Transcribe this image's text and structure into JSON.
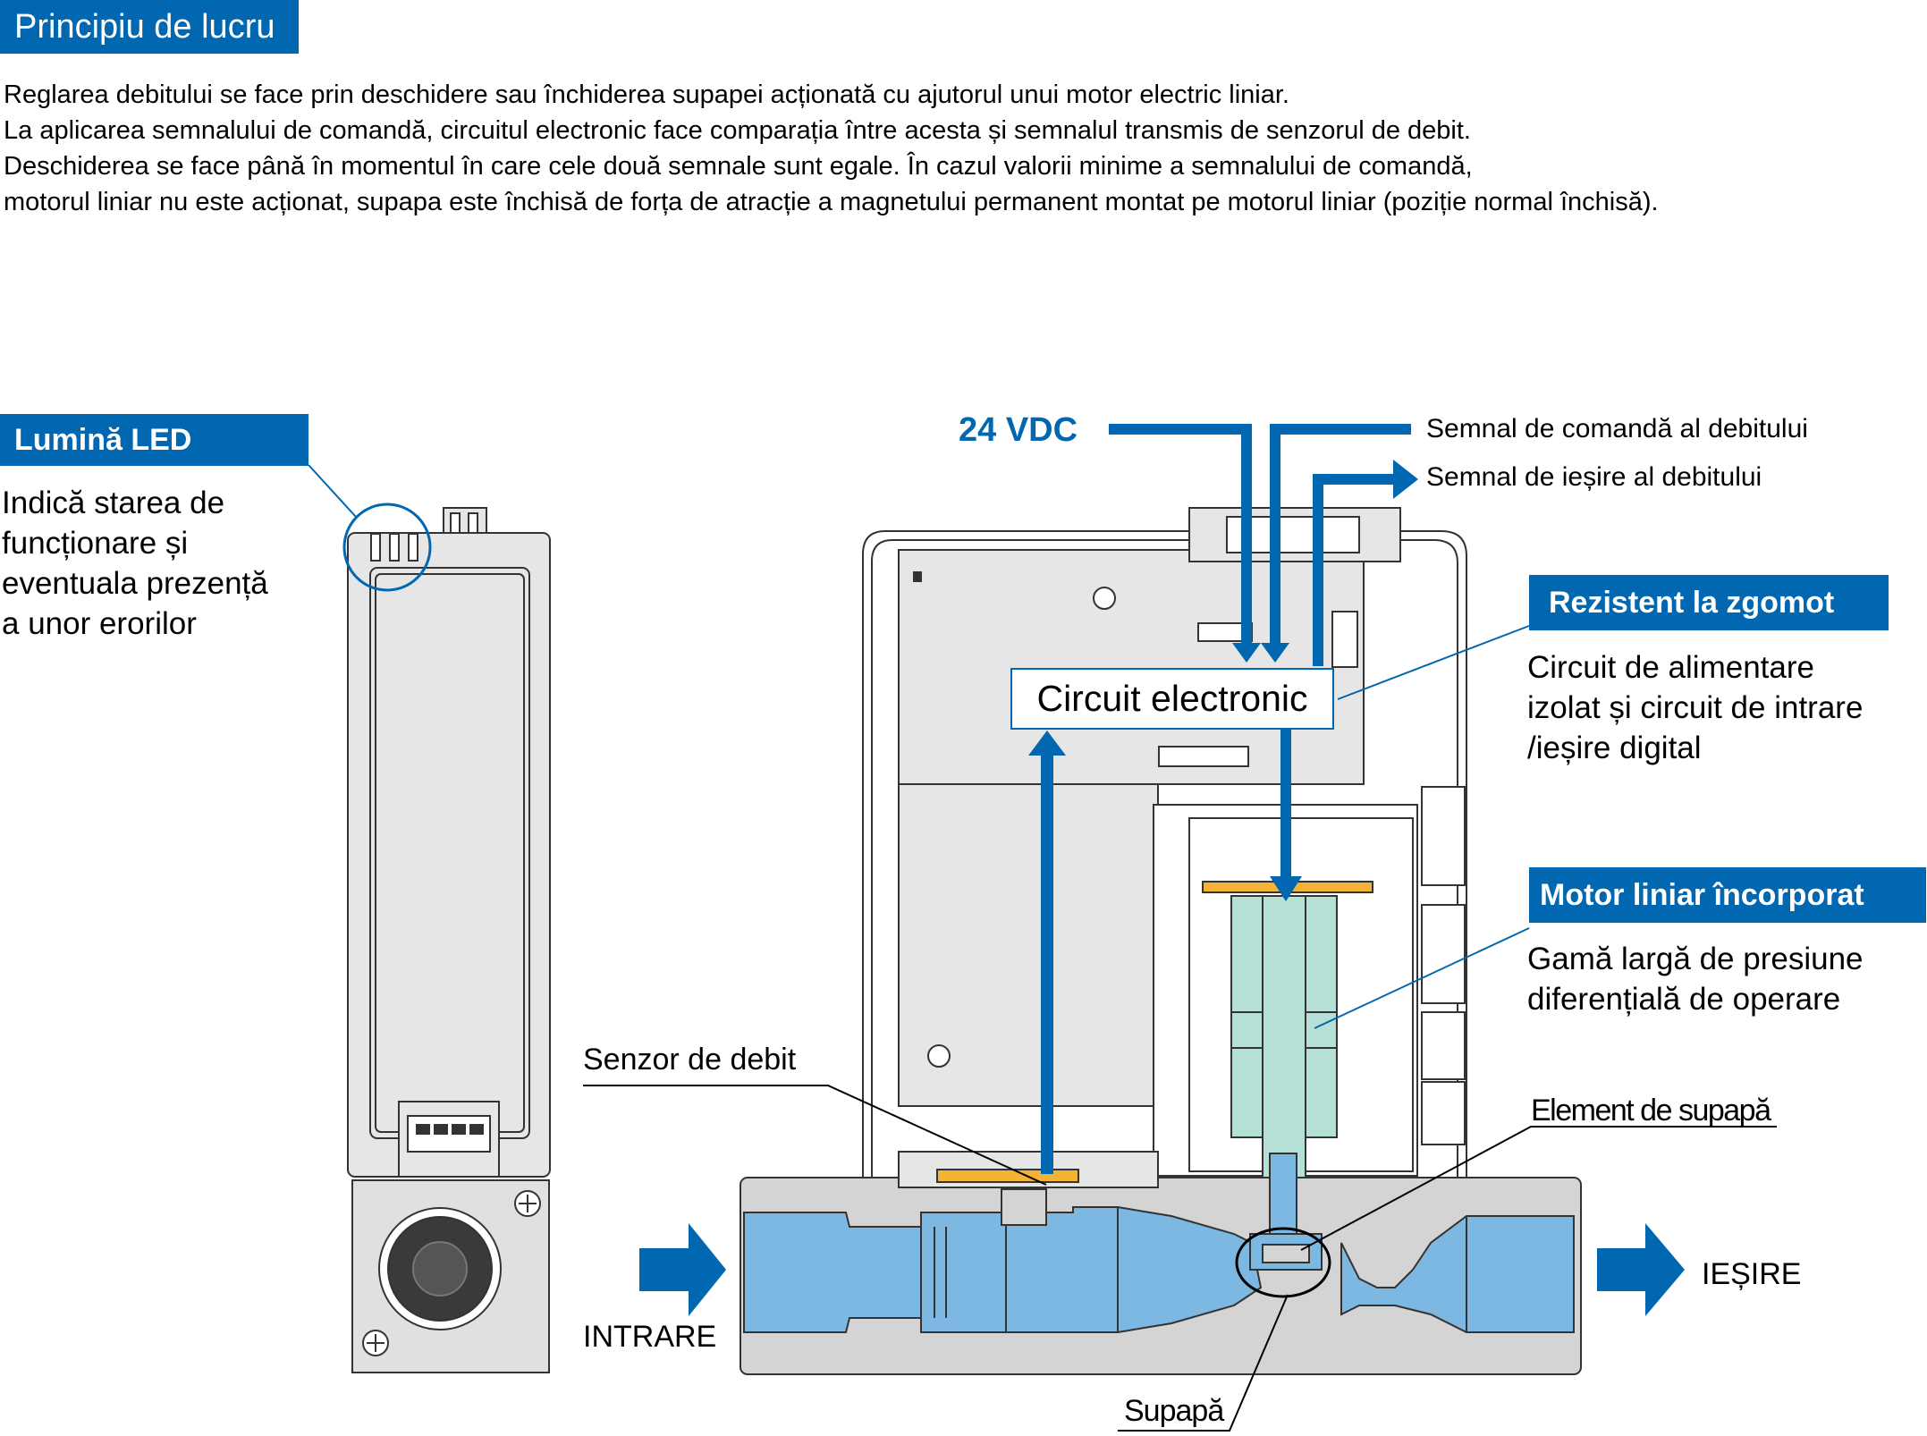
{
  "header": {
    "title": "Principiu de lucru"
  },
  "intro": {
    "lines": [
      "Reglarea debitului se face prin deschidere sau închiderea supapei acționată cu ajutorul unui motor electric liniar.",
      "La aplicarea semnalului de comandă, circuitul electronic face comparația între acesta și semnalul transmis de senzorul de debit.",
      "Deschiderea se face până în momentul în care cele două semnale sunt egale. În cazul valorii minime a semnalului de comandă,",
      "motorul liniar nu este acționat, supapa este închisă de forța de atracție a magnetului permanent montat pe motorul liniar (poziție normal închisă)."
    ]
  },
  "led": {
    "title": "Lumină LED",
    "desc": [
      "Indică starea de",
      "funcționare și",
      "eventuala prezență",
      "a unor erorilor"
    ]
  },
  "power": {
    "label": "24 VDC"
  },
  "signals": {
    "command": "Semnal de comandă al debitului",
    "output": "Semnal de ieșire al debitului"
  },
  "circuit": {
    "label": "Circuit electronic"
  },
  "noise": {
    "title": "Rezistent la zgomot",
    "desc": [
      "Circuit de alimentare",
      "izolat și circuit de intrare",
      "/ieșire digital"
    ]
  },
  "motor": {
    "title": "Motor liniar încorporat",
    "desc": [
      "Gamă largă de presiune",
      "diferențială de operare"
    ]
  },
  "labels": {
    "sensor": "Senzor de debit",
    "valve_element": "Element de supapă",
    "valve": "Supapă",
    "inlet": "INTRARE",
    "outlet": "IEȘIRE"
  },
  "colors": {
    "accent": "#0067b0",
    "flow": "#7db8e3",
    "body": "#d4d4d4",
    "motor": "#b5e0d5",
    "orange": "#f5b335"
  }
}
